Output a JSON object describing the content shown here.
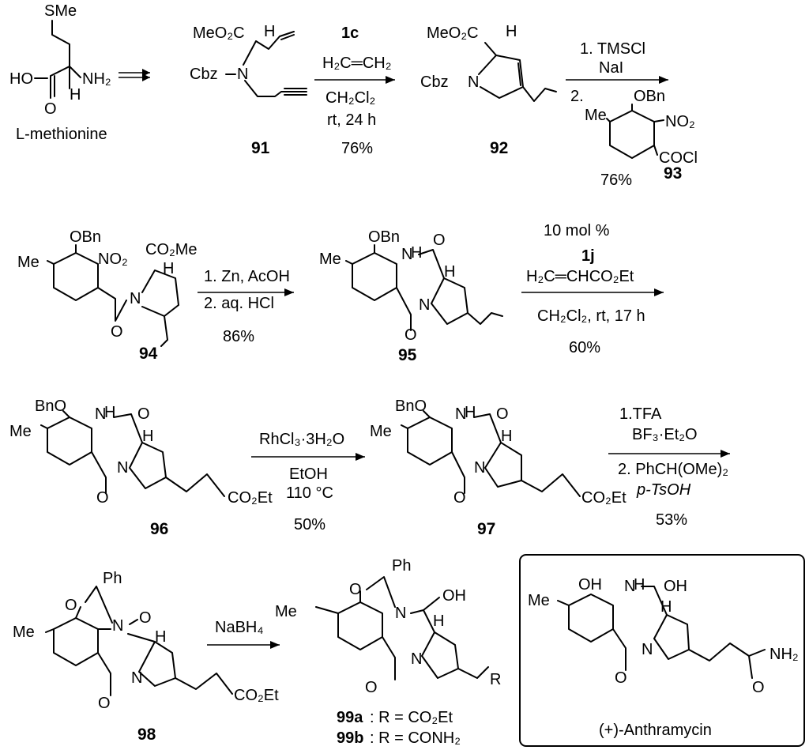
{
  "compounds": {
    "c91": "91",
    "c92": "92",
    "c93": "93",
    "c94": "94",
    "c95": "95",
    "c96": "96",
    "c97": "97",
    "c98": "98",
    "c99a": "99a",
    "c99b": "99b",
    "methionine": "L-methionine",
    "anthramycin": "(+)-Anthramycin"
  },
  "groups": {
    "SMe": "SMe",
    "HO": "HO",
    "NH2": "NH₂",
    "O": "O",
    "H": "H",
    "MeO2C": "MeO₂C",
    "Cbz": "Cbz",
    "N": "N",
    "Me": "Me",
    "OBn": "OBn",
    "BnO": "BnO",
    "NO2": "NO₂",
    "COCl": "COCl",
    "CO2Me": "CO₂Me",
    "CO2Et": "CO₂Et",
    "Ph": "Ph",
    "OH": "OH",
    "R": "R"
  },
  "steps": {
    "s1": {
      "catalyst": "1c",
      "reagent": "H₂C═CH₂",
      "solvent": "CH₂Cl₂",
      "conditions": "rt, 24 h",
      "yield": "76%"
    },
    "s2": {
      "line1": "1. TMSCl",
      "line2": "NaI",
      "line3": "2.",
      "yield": "76%"
    },
    "s3": {
      "line1": "1. Zn, AcOH",
      "line2": "2. aq. HCl",
      "yield": "86%"
    },
    "s4": {
      "loading": "10 mol %",
      "catalyst": "1j",
      "reagent": "H₂C═CHCO₂Et",
      "conditions": "CH₂Cl₂, rt, 17 h",
      "yield": "60%"
    },
    "s5": {
      "reagent": "RhCl₃·3H₂O",
      "solvent": "EtOH",
      "temp": "110 °C",
      "yield": "50%"
    },
    "s6": {
      "line1": "1.TFA",
      "line2": "BF₃·Et₂O",
      "line3": "2. PhCH(OMe)₂",
      "line4": "p-TsOH",
      "yield": "53%"
    },
    "s7": {
      "reagent": "NaBH₄"
    }
  },
  "legend": {
    "r99a": ": R = CO₂Et",
    "r99b": ": R = CONH₂"
  }
}
